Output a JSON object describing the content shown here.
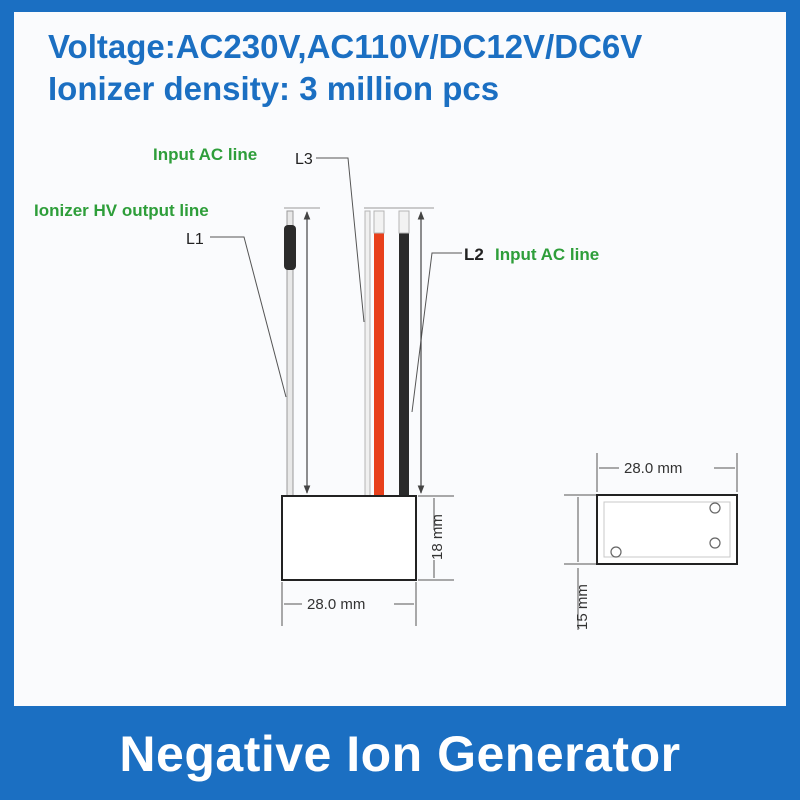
{
  "specs": {
    "voltage": "Voltage:AC230V,AC110V/DC12V/DC6V",
    "ionizer_density": "Ionizer density: 3 million pcs"
  },
  "labels": {
    "ionizer_hv_line": "Ionizer HV output line",
    "l1": "L1",
    "input_ac_top": "Input AC line",
    "l3": "L3",
    "l2": "L2",
    "input_ac_right": "Input AC line"
  },
  "dimensions": {
    "front_width": "28.0 mm",
    "front_height": "18 mm",
    "top_width": "28.0 mm",
    "top_depth": "15 mm"
  },
  "footer": {
    "title": "Negative Ion Generator"
  },
  "colors": {
    "brand_blue": "#1b6fc2",
    "label_green": "#2e9e3a",
    "wire_red": "#e8401c",
    "wire_black": "#2b2b2b",
    "wire_white": "#e8e8e8"
  }
}
